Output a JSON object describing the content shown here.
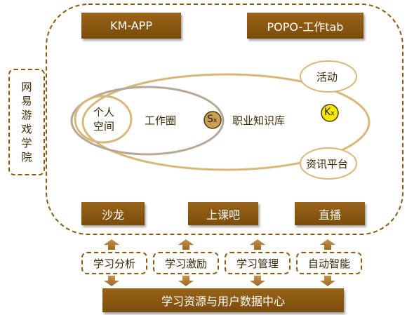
{
  "side_label": "网易游戏学院",
  "top_boxes": {
    "left": "KM-APP",
    "right": "POPO-工作tab"
  },
  "inner": {
    "personal_space": "个人\n空间",
    "work_circle": "工作圈",
    "knowledge_base": "职业知识库",
    "activity": "活动",
    "news_platform": "资讯平台",
    "sx_letter": "S",
    "sx_sub": "x",
    "kx_letter": "K",
    "kx_sub": "x"
  },
  "bottom_boxes": {
    "salon": "沙龙",
    "class": "上课吧",
    "live": "直播"
  },
  "functions": [
    "学习分析",
    "学习激励",
    "学习管理",
    "自动智能"
  ],
  "base_bar": "学习资源与用户数据中心",
  "colors": {
    "brown_dark": "#7a4c0c",
    "brown_light": "#9a6418",
    "dashed_border": "#8a5a12",
    "ellipse_stroke": "#d8b878",
    "sx_fill": "#c8a050",
    "kx_fill": "#f7e600",
    "arrow": "#b08040"
  }
}
